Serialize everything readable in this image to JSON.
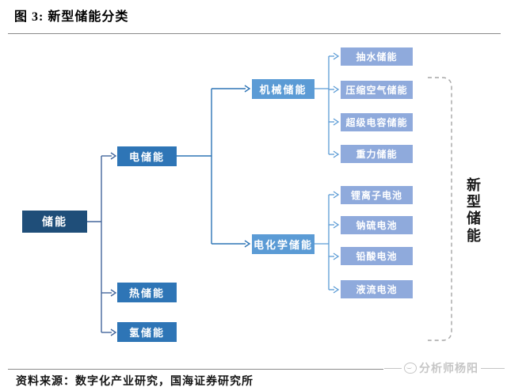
{
  "figure": {
    "title": "图 3: 新型储能分类"
  },
  "tree": {
    "label": "储能",
    "children": [
      {
        "label": "电储能",
        "children": [
          {
            "label": "机械储能",
            "children": [
              {
                "label": "抽水储能"
              },
              {
                "label": "压缩空气储能"
              },
              {
                "label": "超级电容储能"
              },
              {
                "label": "重力储能"
              }
            ]
          },
          {
            "label": "电化学储能",
            "children": [
              {
                "label": "锂离子电池"
              },
              {
                "label": "钠硫电池"
              },
              {
                "label": "铅酸电池"
              },
              {
                "label": "液流电池"
              }
            ]
          }
        ]
      },
      {
        "label": "热储能"
      },
      {
        "label": "氢储能"
      }
    ]
  },
  "bracket": {
    "label": "新型储能"
  },
  "footer": {
    "source": "资料来源：数字化产业研究，国海证券研究所",
    "watermark": "分析师杨阳"
  },
  "colors": {
    "root_box": "#1F4E79",
    "level1_box": "#2E75B6",
    "level2_box": "#5B9BD5",
    "leaf_box": "#8FAADC",
    "line1": "#44679C",
    "line2": "#2E75B6",
    "line3": "#5B9BD5",
    "bracket": "#A6A6A6",
    "watermark_gray": "#C6C6C6"
  }
}
